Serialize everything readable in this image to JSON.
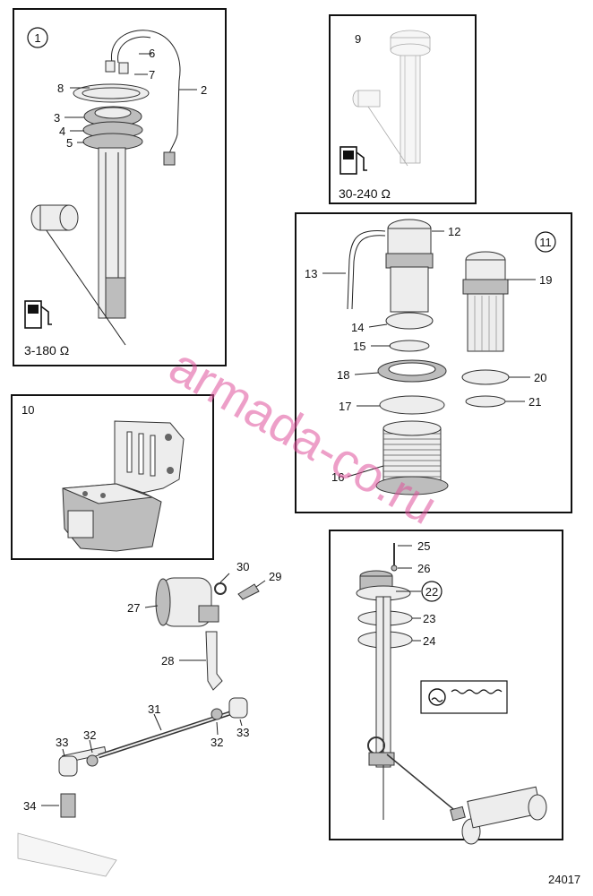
{
  "diagram": {
    "groups": [
      {
        "id": "1",
        "circled": true
      },
      {
        "id": "9",
        "circled": false
      },
      {
        "id": "10",
        "circled": false
      },
      {
        "id": "11",
        "circled": true
      },
      {
        "id": "22",
        "circled": true
      }
    ],
    "resistance_labels": {
      "group1": "3-180 Ω",
      "group9": "30-240 Ω"
    },
    "callouts": [
      "2",
      "3",
      "4",
      "5",
      "6",
      "7",
      "8",
      "12",
      "13",
      "14",
      "15",
      "16",
      "17",
      "18",
      "19",
      "20",
      "21",
      "23",
      "24",
      "25",
      "26",
      "27",
      "28",
      "29",
      "30",
      "31",
      "32",
      "32",
      "33",
      "33",
      "34"
    ],
    "watermark": "armada-co.ru",
    "reference_number": "24017",
    "icons": [
      "fuel-pump-icon",
      "fuel-pump-icon",
      "tank-level-icon"
    ]
  }
}
